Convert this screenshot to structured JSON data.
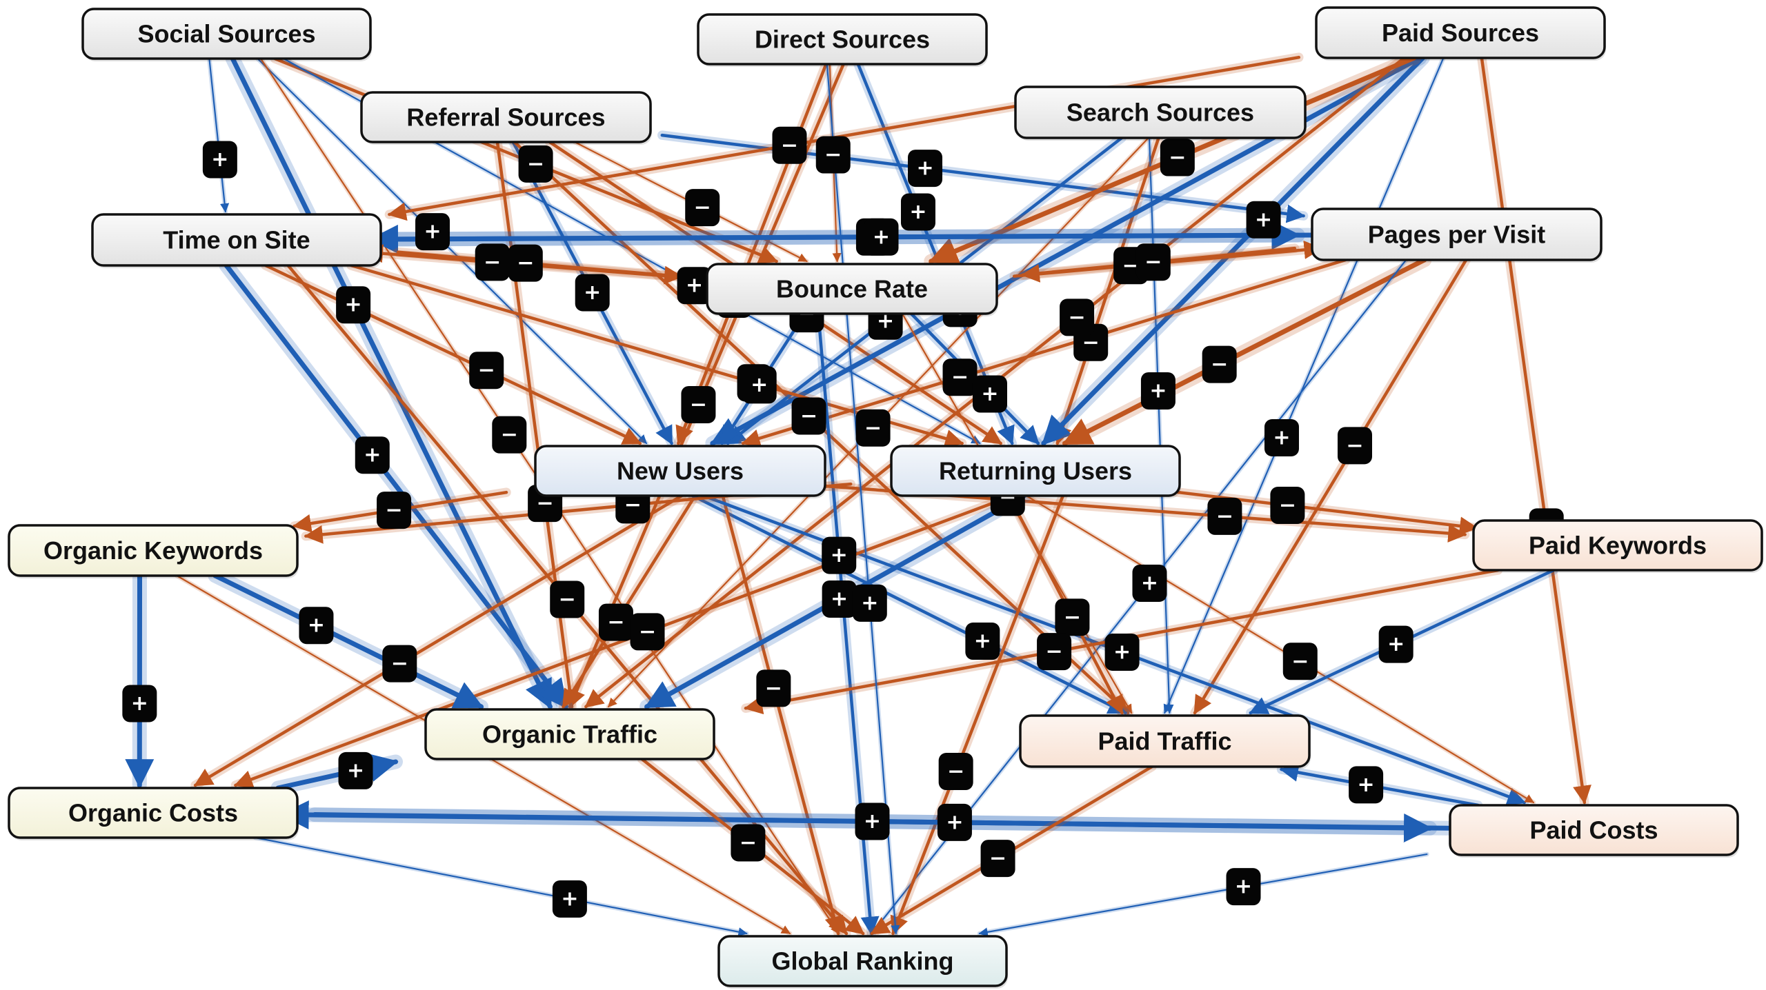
{
  "title": "Web traffic causal loop diagram",
  "colors": {
    "positive_link": "#1f5fb5",
    "negative_link": "#c0561f",
    "badge": "#050505",
    "badge_sign": "#ffffff",
    "node_grey": "#ececec",
    "node_blue": "#e4ecf6",
    "node_yellow": "#f8f7e2",
    "node_peach": "#fbe9de",
    "node_teal": "#e6f1f1"
  },
  "polarity_symbols": {
    "positive": "+",
    "negative": "−"
  },
  "nodes": [
    {
      "id": "social",
      "label": "Social Sources",
      "group": "grey"
    },
    {
      "id": "direct",
      "label": "Direct Sources",
      "group": "grey"
    },
    {
      "id": "paid_src",
      "label": "Paid Sources",
      "group": "grey"
    },
    {
      "id": "referral",
      "label": "Referral Sources",
      "group": "grey"
    },
    {
      "id": "search",
      "label": "Search Sources",
      "group": "grey"
    },
    {
      "id": "time",
      "label": "Time on Site",
      "group": "grey"
    },
    {
      "id": "pages",
      "label": "Pages per Visit",
      "group": "grey"
    },
    {
      "id": "bounce",
      "label": "Bounce Rate",
      "group": "grey"
    },
    {
      "id": "new_users",
      "label": "New Users",
      "group": "blue"
    },
    {
      "id": "ret_users",
      "label": "Returning Users",
      "group": "blue"
    },
    {
      "id": "org_kw",
      "label": "Organic Keywords",
      "group": "yellow"
    },
    {
      "id": "paid_kw",
      "label": "Paid Keywords",
      "group": "peach"
    },
    {
      "id": "org_traffic",
      "label": "Organic Traffic",
      "group": "yellow"
    },
    {
      "id": "paid_traffic",
      "label": "Paid Traffic",
      "group": "peach"
    },
    {
      "id": "org_costs",
      "label": "Organic Costs",
      "group": "yellow"
    },
    {
      "id": "paid_costs",
      "label": "Paid Costs",
      "group": "peach"
    },
    {
      "id": "global",
      "label": "Global Ranking",
      "group": "teal"
    }
  ],
  "edges": [
    {
      "from": "social",
      "to": "org_traffic",
      "polarity": "positive",
      "weight": "strong"
    },
    {
      "from": "social",
      "to": "new_users",
      "polarity": "positive",
      "weight": "light"
    },
    {
      "from": "social",
      "to": "bounce",
      "polarity": "negative",
      "weight": "normal"
    },
    {
      "from": "social",
      "to": "ret_users",
      "polarity": "positive",
      "weight": "light"
    },
    {
      "from": "social",
      "to": "time",
      "polarity": "positive",
      "weight": "light"
    },
    {
      "from": "social",
      "to": "global",
      "polarity": "negative",
      "weight": "light"
    },
    {
      "from": "referral",
      "to": "new_users",
      "polarity": "positive",
      "weight": "normal"
    },
    {
      "from": "referral",
      "to": "ret_users",
      "polarity": "negative",
      "weight": "normal"
    },
    {
      "from": "referral",
      "to": "org_traffic",
      "polarity": "negative",
      "weight": "normal"
    },
    {
      "from": "referral",
      "to": "pages",
      "polarity": "positive",
      "weight": "normal"
    },
    {
      "from": "referral",
      "to": "paid_traffic",
      "polarity": "negative",
      "weight": "normal"
    },
    {
      "from": "referral",
      "to": "bounce",
      "polarity": "negative",
      "weight": "light"
    },
    {
      "from": "direct",
      "to": "new_users",
      "polarity": "negative",
      "weight": "normal"
    },
    {
      "from": "direct",
      "to": "ret_users",
      "polarity": "positive",
      "weight": "normal"
    },
    {
      "from": "direct",
      "to": "bounce",
      "polarity": "negative",
      "weight": "light"
    },
    {
      "from": "direct",
      "to": "org_traffic",
      "polarity": "negative",
      "weight": "normal"
    },
    {
      "from": "search",
      "to": "new_users",
      "polarity": "positive",
      "weight": "normal"
    },
    {
      "from": "search",
      "to": "ret_users",
      "polarity": "negative",
      "weight": "normal"
    },
    {
      "from": "search",
      "to": "paid_traffic",
      "polarity": "positive",
      "weight": "light"
    },
    {
      "from": "search",
      "to": "org_traffic",
      "polarity": "negative",
      "weight": "light"
    },
    {
      "from": "paid_src",
      "to": "paid_traffic",
      "polarity": "positive",
      "weight": "light"
    },
    {
      "from": "paid_src",
      "to": "new_users",
      "polarity": "positive",
      "weight": "strong"
    },
    {
      "from": "paid_src",
      "to": "ret_users",
      "polarity": "positive",
      "weight": "strong"
    },
    {
      "from": "paid_src",
      "to": "bounce",
      "polarity": "negative",
      "weight": "strong"
    },
    {
      "from": "paid_src",
      "to": "time",
      "polarity": "negative",
      "weight": "normal"
    },
    {
      "from": "paid_src",
      "to": "paid_costs",
      "polarity": "negative",
      "weight": "normal"
    },
    {
      "from": "paid_src",
      "to": "org_traffic",
      "polarity": "negative",
      "weight": "normal"
    },
    {
      "from": "pages",
      "to": "time",
      "polarity": "positive",
      "weight": "strong"
    },
    {
      "from": "time",
      "to": "pages",
      "polarity": "positive",
      "weight": "strong"
    },
    {
      "from": "bounce",
      "to": "time",
      "polarity": "negative",
      "weight": "normal"
    },
    {
      "from": "bounce",
      "to": "pages",
      "polarity": "negative",
      "weight": "normal"
    },
    {
      "from": "time",
      "to": "bounce",
      "polarity": "negative",
      "weight": "normal"
    },
    {
      "from": "pages",
      "to": "bounce",
      "polarity": "negative",
      "weight": "normal"
    },
    {
      "from": "time",
      "to": "new_users",
      "polarity": "negative",
      "weight": "normal"
    },
    {
      "from": "time",
      "to": "ret_users",
      "polarity": "negative",
      "weight": "normal"
    },
    {
      "from": "time",
      "to": "org_traffic",
      "polarity": "positive",
      "weight": "strong"
    },
    {
      "from": "time",
      "to": "global",
      "polarity": "negative",
      "weight": "normal"
    },
    {
      "from": "pages",
      "to": "ret_users",
      "polarity": "negative",
      "weight": "strong"
    },
    {
      "from": "pages",
      "to": "new_users",
      "polarity": "negative",
      "weight": "normal"
    },
    {
      "from": "pages",
      "to": "paid_traffic",
      "polarity": "negative",
      "weight": "normal"
    },
    {
      "from": "pages",
      "to": "global",
      "polarity": "positive",
      "weight": "light"
    },
    {
      "from": "bounce",
      "to": "new_users",
      "polarity": "positive",
      "weight": "normal"
    },
    {
      "from": "bounce",
      "to": "ret_users",
      "polarity": "positive",
      "weight": "normal"
    },
    {
      "from": "bounce",
      "to": "global",
      "polarity": "positive",
      "weight": "normal"
    },
    {
      "from": "bounce",
      "to": "paid_traffic",
      "polarity": "negative",
      "weight": "light"
    },
    {
      "from": "new_users",
      "to": "org_kw",
      "polarity": "negative",
      "weight": "normal"
    },
    {
      "from": "new_users",
      "to": "org_traffic",
      "polarity": "negative",
      "weight": "normal"
    },
    {
      "from": "new_users",
      "to": "paid_traffic",
      "polarity": "positive",
      "weight": "normal"
    },
    {
      "from": "new_users",
      "to": "global",
      "polarity": "negative",
      "weight": "normal"
    },
    {
      "from": "new_users",
      "to": "paid_costs",
      "polarity": "positive",
      "weight": "normal"
    },
    {
      "from": "new_users",
      "to": "org_costs",
      "polarity": "negative",
      "weight": "normal"
    },
    {
      "from": "new_users",
      "to": "paid_kw",
      "polarity": "negative",
      "weight": "normal"
    },
    {
      "from": "ret_users",
      "to": "paid_kw",
      "polarity": "negative",
      "weight": "normal"
    },
    {
      "from": "ret_users",
      "to": "org_traffic",
      "polarity": "positive",
      "weight": "strong"
    },
    {
      "from": "ret_users",
      "to": "paid_traffic",
      "polarity": "negative",
      "weight": "normal"
    },
    {
      "from": "ret_users",
      "to": "global",
      "polarity": "negative",
      "weight": "normal"
    },
    {
      "from": "ret_users",
      "to": "org_kw",
      "polarity": "negative",
      "weight": "normal"
    },
    {
      "from": "ret_users",
      "to": "org_costs",
      "polarity": "negative",
      "weight": "normal"
    },
    {
      "from": "ret_users",
      "to": "paid_costs",
      "polarity": "negative",
      "weight": "light"
    },
    {
      "from": "org_kw",
      "to": "org_costs",
      "polarity": "positive",
      "weight": "strong"
    },
    {
      "from": "org_kw",
      "to": "org_traffic",
      "polarity": "positive",
      "weight": "strong"
    },
    {
      "from": "org_kw",
      "to": "global",
      "polarity": "negative",
      "weight": "light"
    },
    {
      "from": "paid_kw",
      "to": "paid_traffic",
      "polarity": "positive",
      "weight": "normal"
    },
    {
      "from": "paid_kw",
      "to": "org_traffic",
      "polarity": "negative",
      "weight": "normal"
    },
    {
      "from": "org_costs",
      "to": "org_traffic",
      "polarity": "positive",
      "weight": "strong"
    },
    {
      "from": "paid_costs",
      "to": "org_costs",
      "polarity": "positive",
      "weight": "strong"
    },
    {
      "from": "org_costs",
      "to": "paid_costs",
      "polarity": "positive",
      "weight": "strong"
    },
    {
      "from": "paid_costs",
      "to": "paid_traffic",
      "polarity": "positive",
      "weight": "normal"
    },
    {
      "from": "org_costs",
      "to": "global",
      "polarity": "positive",
      "weight": "light"
    },
    {
      "from": "paid_costs",
      "to": "global",
      "polarity": "positive",
      "weight": "light"
    },
    {
      "from": "org_traffic",
      "to": "global",
      "polarity": "negative",
      "weight": "normal"
    },
    {
      "from": "paid_traffic",
      "to": "global",
      "polarity": "negative",
      "weight": "normal"
    },
    {
      "from": "direct",
      "to": "global",
      "polarity": "positive",
      "weight": "light"
    }
  ]
}
